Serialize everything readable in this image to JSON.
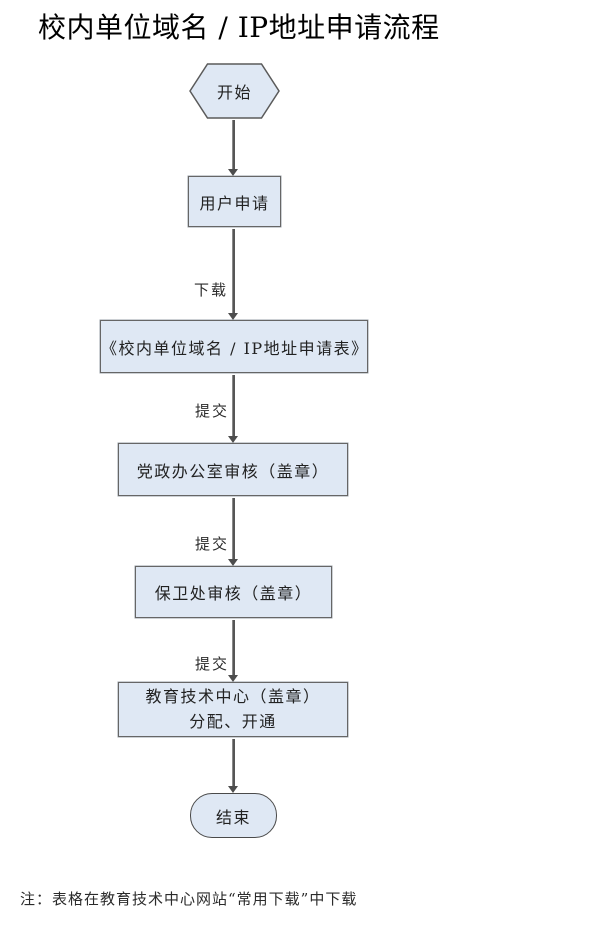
{
  "title": "校内单位域名 / IP地址申请流程",
  "note": "注：表格在教育技术中心网站“常用下载”中下载",
  "colors": {
    "node_fill": "#dfe8f4",
    "node_border": "#666666",
    "connector": "#565656",
    "text": "#1a1a1a"
  },
  "flowchart": {
    "nodes": {
      "start": {
        "shape": "hexagon",
        "label": "开始"
      },
      "user": {
        "shape": "process",
        "label": "用户申请"
      },
      "form": {
        "shape": "process",
        "label": "《校内单位域名 / IP地址申请表》"
      },
      "office": {
        "shape": "process",
        "label": "党政办公室审核（盖章）"
      },
      "security": {
        "shape": "process",
        "label": "保卫处审核（盖章）"
      },
      "techcenter": {
        "shape": "process",
        "label_line1": "教育技术中心（盖章）",
        "label_line2": "分配、开通"
      },
      "end": {
        "shape": "terminator",
        "label": "结束"
      }
    },
    "edge_labels": {
      "download": "下载",
      "submit_1": "提交",
      "submit_2": "提交",
      "submit_3": "提交"
    }
  }
}
